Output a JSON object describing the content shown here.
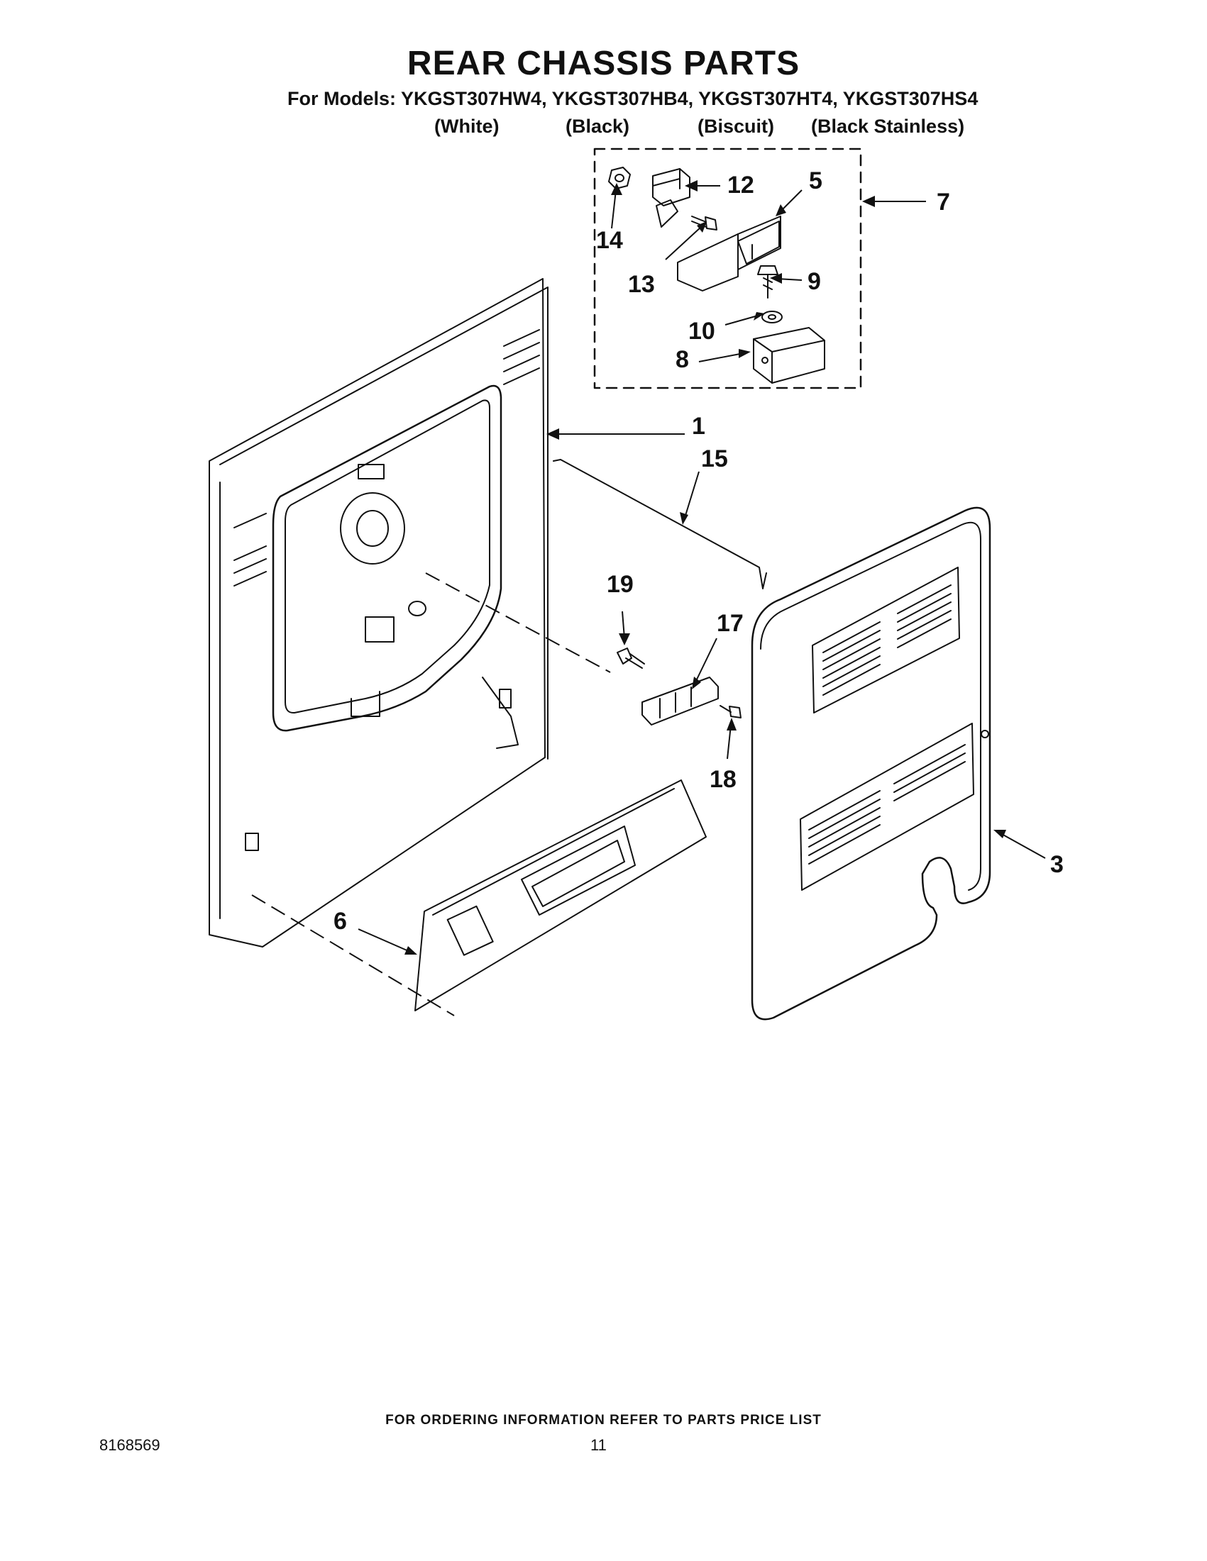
{
  "header": {
    "title": "REAR CHASSIS PARTS",
    "models_line": "For Models: YKGST307HW4, YKGST307HB4, YKGST307HT4, YKGST307HS4",
    "colors": [
      "(White)",
      "(Black)",
      "(Biscuit)",
      "(Black Stainless)"
    ]
  },
  "callouts": [
    "1",
    "3",
    "5",
    "6",
    "7",
    "8",
    "9",
    "10",
    "12",
    "13",
    "14",
    "15",
    "17",
    "18",
    "19"
  ],
  "footer": {
    "ordering_note": "FOR ORDERING INFORMATION REFER TO PARTS PRICE LIST",
    "document_number": "8168569",
    "page_number": "11"
  }
}
